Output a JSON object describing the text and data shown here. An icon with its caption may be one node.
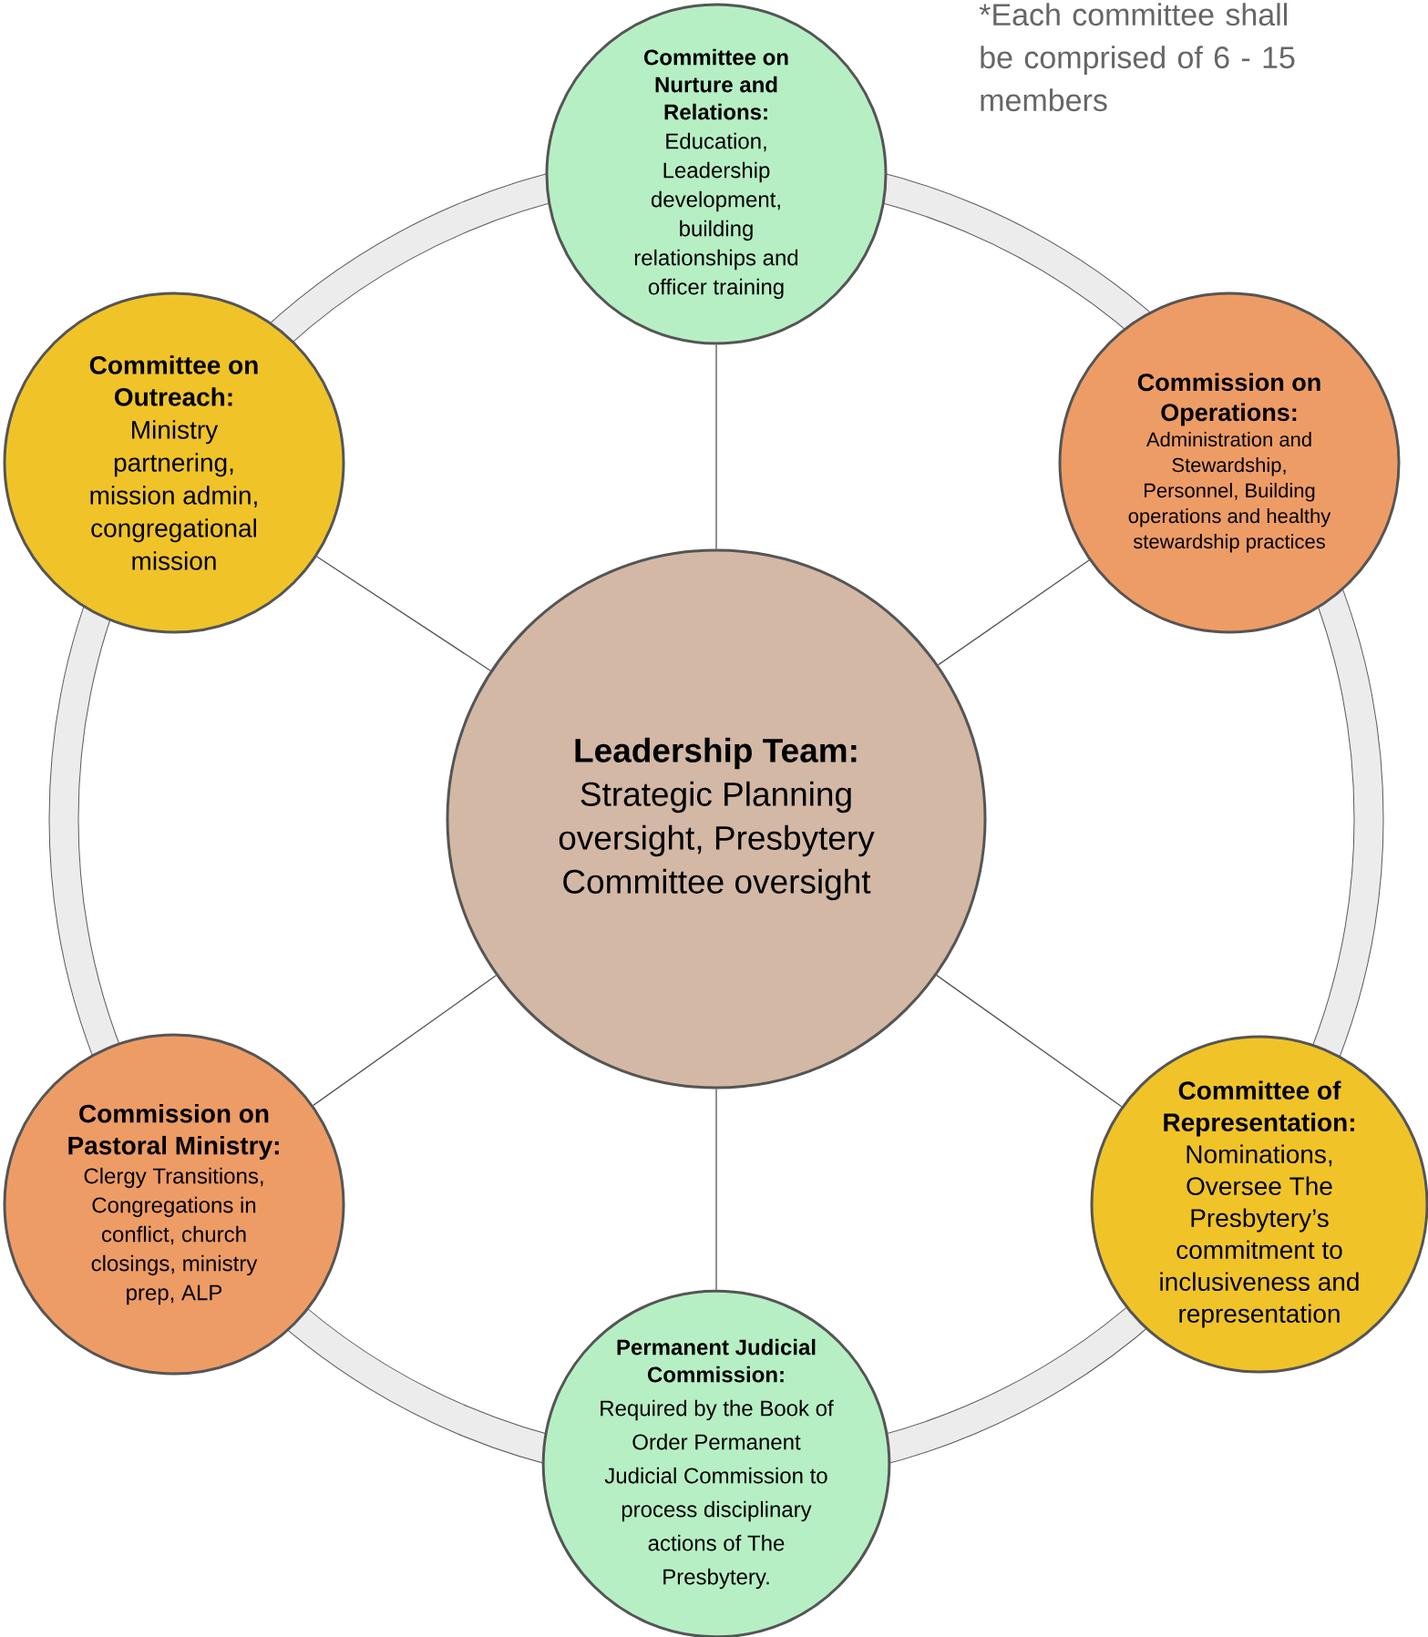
{
  "diagram": {
    "nodes": [
      {
        "text": [
          "Committee on Nurture and Relations:",
          "Education, Leadership development, building relationships and officer training"
        ]
      },
      {
        "text": [
          "Committee on Outreach:",
          "Ministry partnering, mission admin, congregational mission"
        ]
      },
      {
        "text": [
          "Commission on Operations:",
          "Administration and Stewardship, Personnel, Building operations and healthy stewardship practices"
        ]
      },
      {
        "text": [
          "Leadership Team:",
          "Strategic Planning oversight, Presbytery Committee oversight"
        ]
      },
      {
        "text": [
          "Commission on Pastoral Ministry:",
          "Clergy Transitions, Congregations in conflict, church closings, ministry prep, ALP"
        ]
      },
      {
        "text": [
          "Committee of Representation:",
          "Nominations, Oversee The Presbytery’s commitment to inclusiveness and representation"
        ]
      },
      {
        "text": [
          "Permanent Judicial Commission:",
          "Required by the Book of Order Permanent Judicial Commission to process disciplinary actions of The Presbytery."
        ]
      }
    ],
    "edges": [
      {
        "from": 3,
        "to": 0,
        "arrow": "none"
      },
      {
        "from": 3,
        "to": 1,
        "arrow": "none"
      },
      {
        "from": 3,
        "to": 2,
        "arrow": "none"
      },
      {
        "from": 3,
        "to": 4,
        "arrow": "none"
      },
      {
        "from": 3,
        "to": 5,
        "arrow": "none"
      },
      {
        "from": 3,
        "to": 6,
        "arrow": "none"
      }
    ],
    "labels": [
      "*Each committee shall be comprised of 6 - 15 members"
    ]
  }
}
